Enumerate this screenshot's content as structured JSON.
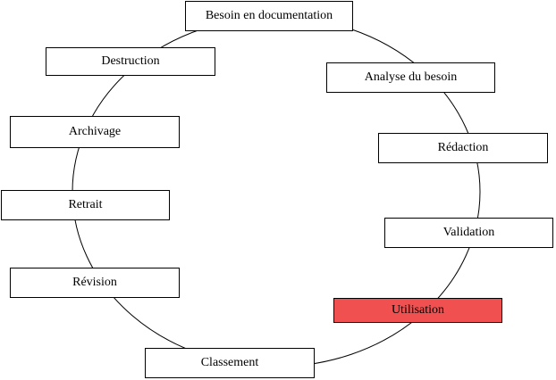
{
  "diagram": {
    "highlight_color": "#f05050",
    "stages": [
      {
        "label": "Besoin en documentation",
        "highlighted": false
      },
      {
        "label": "Analyse du besoin",
        "highlighted": false
      },
      {
        "label": "Rédaction",
        "highlighted": false
      },
      {
        "label": "Validation",
        "highlighted": false
      },
      {
        "label": "Utilisation",
        "highlighted": true
      },
      {
        "label": "Classement",
        "highlighted": false
      },
      {
        "label": "Révision",
        "highlighted": false
      },
      {
        "label": "Retrait",
        "highlighted": false
      },
      {
        "label": "Archivage",
        "highlighted": false
      },
      {
        "label": "Destruction",
        "highlighted": false
      }
    ]
  }
}
